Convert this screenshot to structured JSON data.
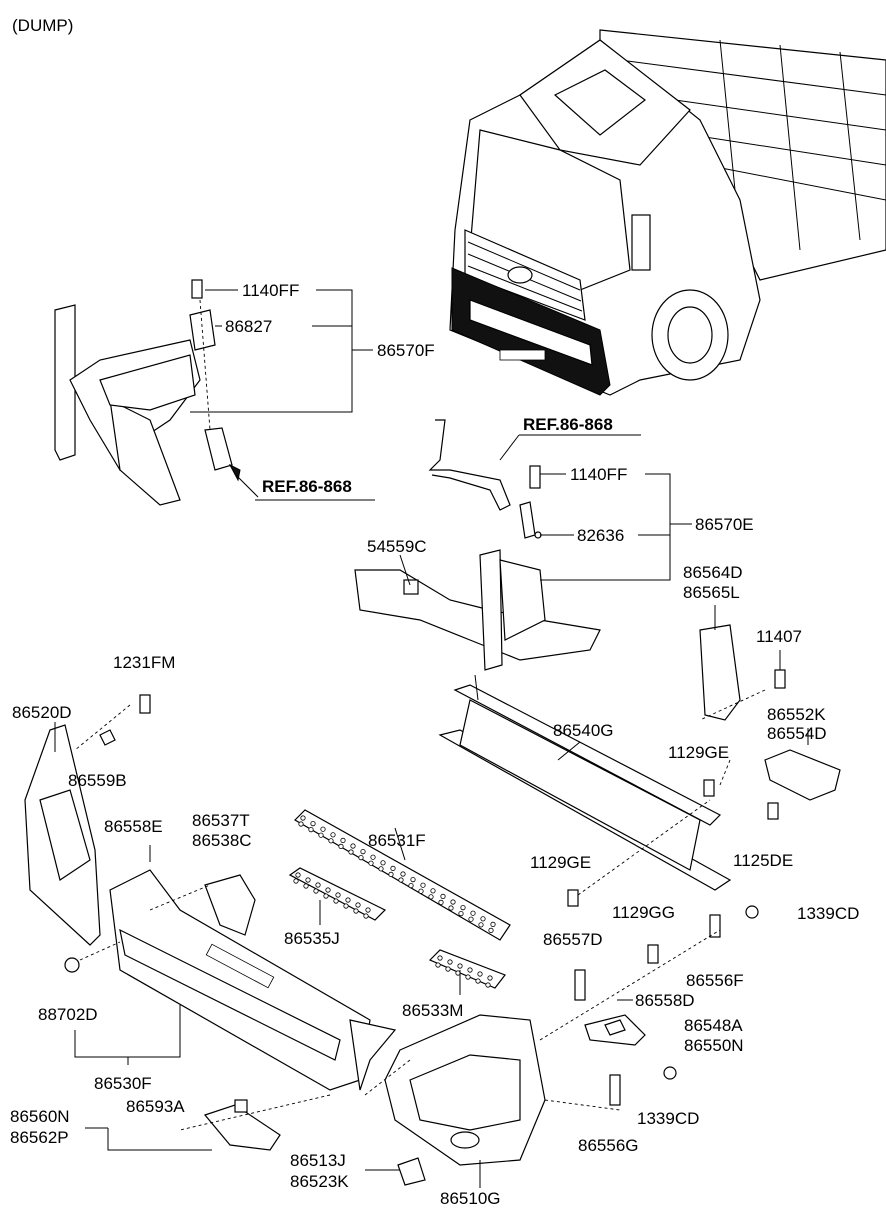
{
  "header": {
    "variant": "(DUMP)"
  },
  "labels": {
    "p1140FF_top": "1140FF",
    "p86827": "86827",
    "p86570F": "86570F",
    "ref_left": "REF.86-868",
    "ref_center": "REF.86-868",
    "p1140FF_mid": "1140FF",
    "p82636": "82636",
    "p86570E": "86570E",
    "p54559C": "54559C",
    "p86564D": "86564D",
    "p86565L": "86565L",
    "p11407": "11407",
    "p1231FM": "1231FM",
    "p86520D": "86520D",
    "p86540G": "86540G",
    "p86552K": "86552K",
    "p86554D": "86554D",
    "p86559B": "86559B",
    "p1129GE_r": "1129GE",
    "p86558E": "86558E",
    "p86537T": "86537T",
    "p86538C": "86538C",
    "p86531F": "86531F",
    "p1125DE": "1125DE",
    "p1129GE_c": "1129GE",
    "p1129GG": "1129GG",
    "p1339CD_r": "1339CD",
    "p86535J": "86535J",
    "p86557D": "86557D",
    "p88702D": "88702D",
    "p86556F": "86556F",
    "p86533M": "86533M",
    "p86558D": "86558D",
    "p86548A": "86548A",
    "p86550N": "86550N",
    "p86530F": "86530F",
    "p86560N": "86560N",
    "p86562P": "86562P",
    "p86593A": "86593A",
    "p1339CD_b": "1339CD",
    "p86556G": "86556G",
    "p86513J": "86513J",
    "p86523K": "86523K",
    "p86510G": "86510G"
  }
}
